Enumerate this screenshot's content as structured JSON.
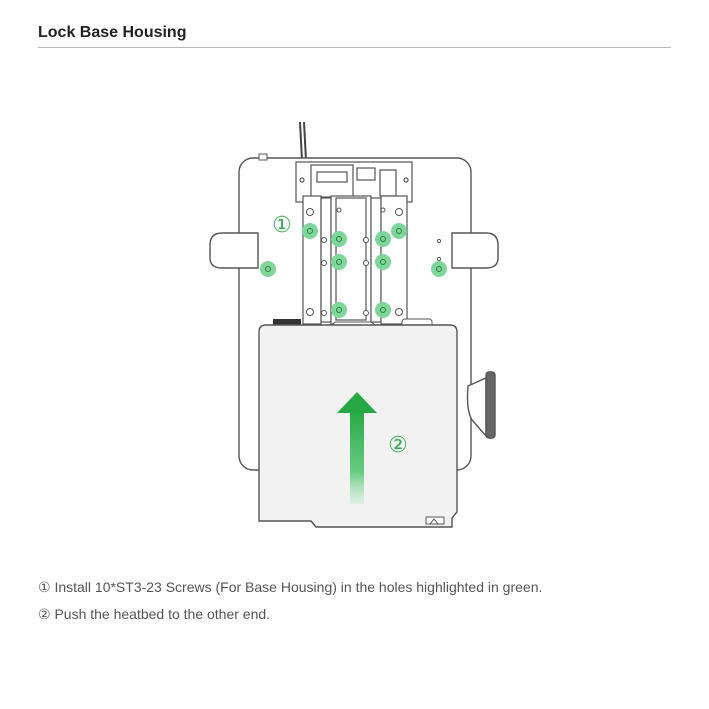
{
  "header": {
    "title": "Lock Base Housing"
  },
  "diagram": {
    "callout_1": "①",
    "callout_2": "②",
    "highlight_color": "#4fc46e",
    "arrow_color": "#27a844",
    "screw_holes_highlighted": 10,
    "arrow_direction": "up"
  },
  "instructions": [
    "① Install 10*ST3-23 Screws (For Base Housing) in the holes highlighted in green.",
    "② Push the heatbed to the other end."
  ]
}
